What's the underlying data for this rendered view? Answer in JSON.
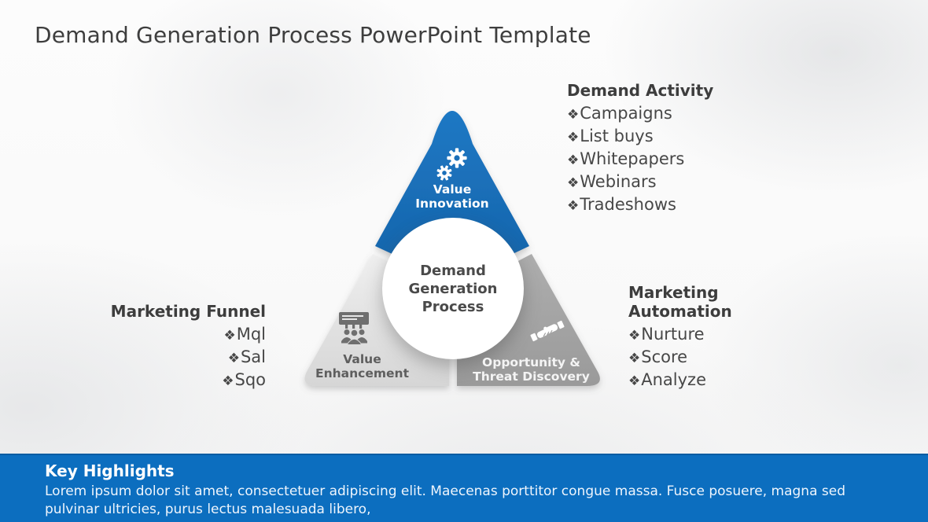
{
  "slide": {
    "title": "Demand Generation Process PowerPoint Template"
  },
  "diagram": {
    "center_label": "Demand\nGeneration\nProcess",
    "segments": {
      "top": {
        "label": "Value\nInnovation",
        "icon": "gears-icon",
        "color": "#1b6fb9"
      },
      "left": {
        "label": "Value\nEnhancement",
        "icon": "presentation-audience-icon",
        "color": "#dedede"
      },
      "right": {
        "label": "Opportunity &\nThreat Discovery",
        "icon": "handshake-icon",
        "color": "#a1a1a1"
      }
    }
  },
  "lists": {
    "demand_activity": {
      "title": "Demand Activity",
      "bullet": "❖",
      "items": [
        "Campaigns",
        "List buys",
        "Whitepapers",
        "Webinars",
        "Tradeshows"
      ]
    },
    "marketing_funnel": {
      "title": "Marketing Funnel",
      "bullet": "❖",
      "items": [
        "Mql",
        "Sal",
        "Sqo"
      ]
    },
    "marketing_automation": {
      "title": "Marketing\nAutomation",
      "bullet": "❖",
      "items": [
        "Nurture",
        "Score",
        "Analyze"
      ]
    }
  },
  "footer": {
    "title": "Key Highlights",
    "body": "Lorem ipsum dolor sit amet, consectetuer adipiscing elit. Maecenas porttitor congue massa. Fusce posuere, magna sed pulvinar ultricies, purus lectus malesuada libero,"
  },
  "colors": {
    "accent_blue": "#1b6fb9",
    "footer_blue": "#0c6ebf",
    "light_gray": "#dedede",
    "dark_gray": "#a1a1a1",
    "text": "#3e3e3e"
  }
}
